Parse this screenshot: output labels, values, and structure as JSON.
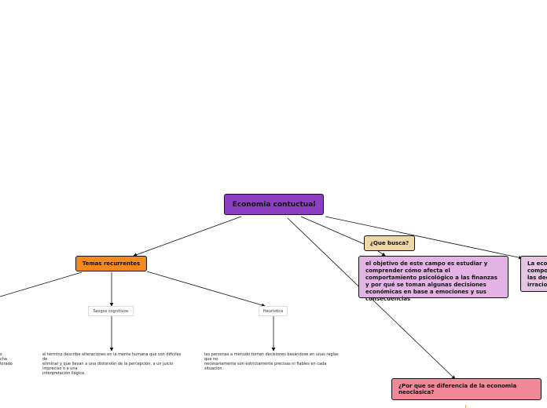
{
  "map": {
    "central": "Economia contuctual",
    "temas": "Temas recurrentes",
    "que_busca": "¿Que busca?",
    "objetivo": "el objetivo de este campo es estudiar y comprender cómo afecta el comportamiento psicológico a las finanzas y por qué se toman algunas decisiones económicas en base a emociones y sus consecuencias",
    "la_eco": "La eco\ncompo\nlas dec\nirracio",
    "por_que": "¿Por que se diferencia de la economia neoclasica?",
    "sesgos": "Sesgos cognitivos",
    "heuristica": "Heurística",
    "sesgos_text": "el término describe alteraciones en la mente humana que son dificiles de\neliminar y que llevan a una distorsión de la percepción, a un juicio impreciso o a una\ninterpretación ilógica",
    "heuristica_text": "las personas a menudo toman decisiones basándose en unas reglas que no\nnecesariamente son estrictamente precisas ni fiables en cada situación.",
    "left_text": "s\ncha\nlorado"
  }
}
